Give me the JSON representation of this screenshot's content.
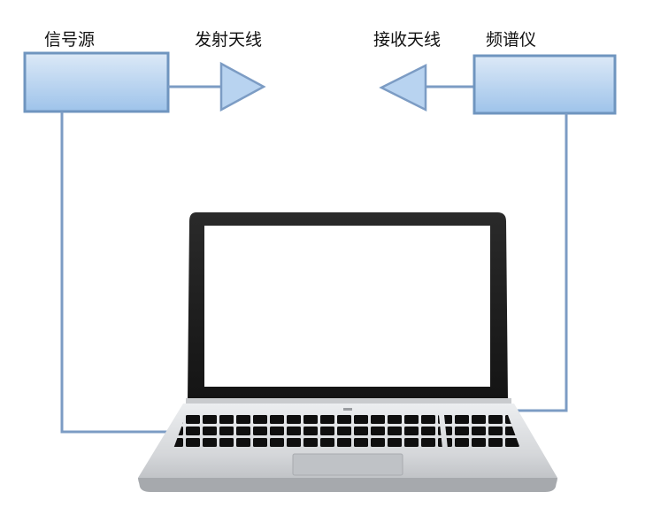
{
  "labels": {
    "signal_source": "信号源",
    "tx_antenna": "发射天线",
    "rx_antenna": "接收天线",
    "spectrum_analyzer": "频谱仪"
  },
  "colors": {
    "box_fill_top": "#dce9f7",
    "box_fill_bottom": "#9ec3ea",
    "box_stroke": "#6f95bf",
    "wire": "#7c9cc4",
    "antenna_fill": "#b8d3f0",
    "laptop_bezel": "#1e1e1e",
    "laptop_body": "#d7d9dc",
    "keyboard": "#111111",
    "screen": "#ffffff"
  },
  "icons": {
    "tx_antenna": "triangle-right-icon",
    "rx_antenna": "triangle-left-icon",
    "computer": "laptop-icon"
  }
}
